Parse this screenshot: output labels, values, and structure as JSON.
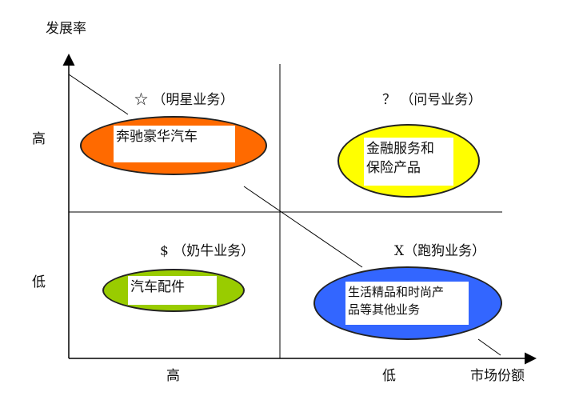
{
  "axes": {
    "y_title": "发展率",
    "x_title": "市场份额",
    "y_high": "高",
    "y_low": "低",
    "x_high": "高",
    "x_low": "低"
  },
  "quadrants": {
    "star": {
      "title": "☆ （明星业务）",
      "text": "奔驰豪华汽车",
      "color": "#ff6a00"
    },
    "question": {
      "title": "？ （问号业务）",
      "lines": [
        "金融服务和",
        "保险产品"
      ],
      "color": "#ffff00"
    },
    "cash_cow": {
      "title": "$ （奶牛业务）",
      "text": "汽车配件",
      "color": "#99cc00"
    },
    "dog": {
      "title": "X（跑狗业务）",
      "lines": [
        "生活精品和时尚产",
        "品等其他业务"
      ],
      "color": "#3366ff"
    }
  }
}
